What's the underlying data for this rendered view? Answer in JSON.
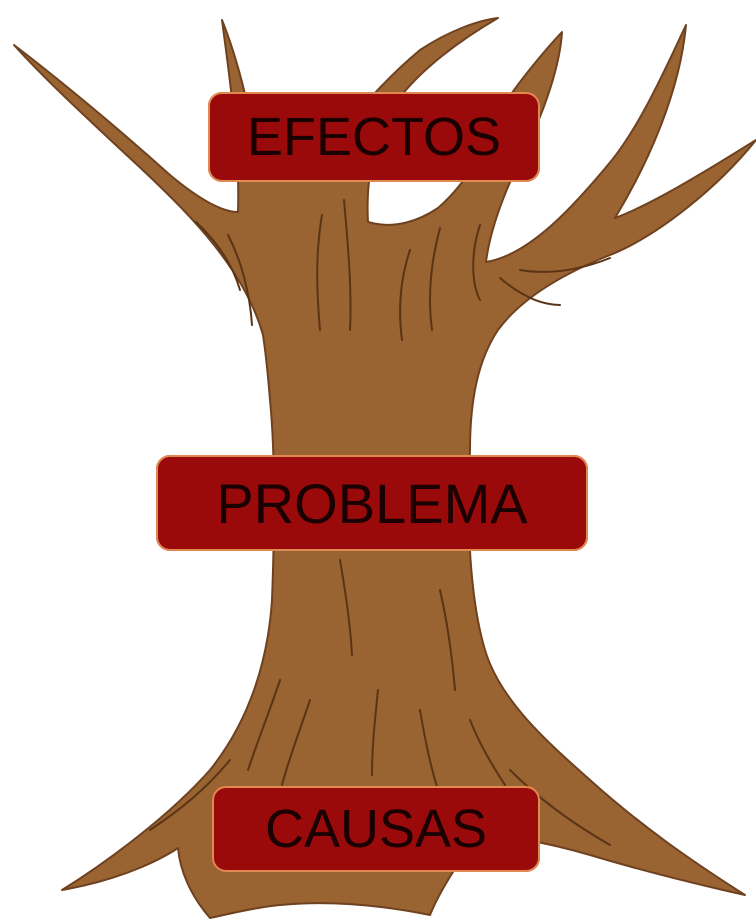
{
  "diagram": {
    "labels": {
      "effects": "EFECTOS",
      "problem": "PROBLEMA",
      "causes": "CAUSAS"
    }
  },
  "colors": {
    "trunk_fill": "#9a6332",
    "trunk_outline": "#6e4220",
    "bark_lines": "#5a3415",
    "label_box_fill": "#9b0a0a",
    "label_box_border": "#e08a52",
    "label_text": "#1a0000"
  }
}
